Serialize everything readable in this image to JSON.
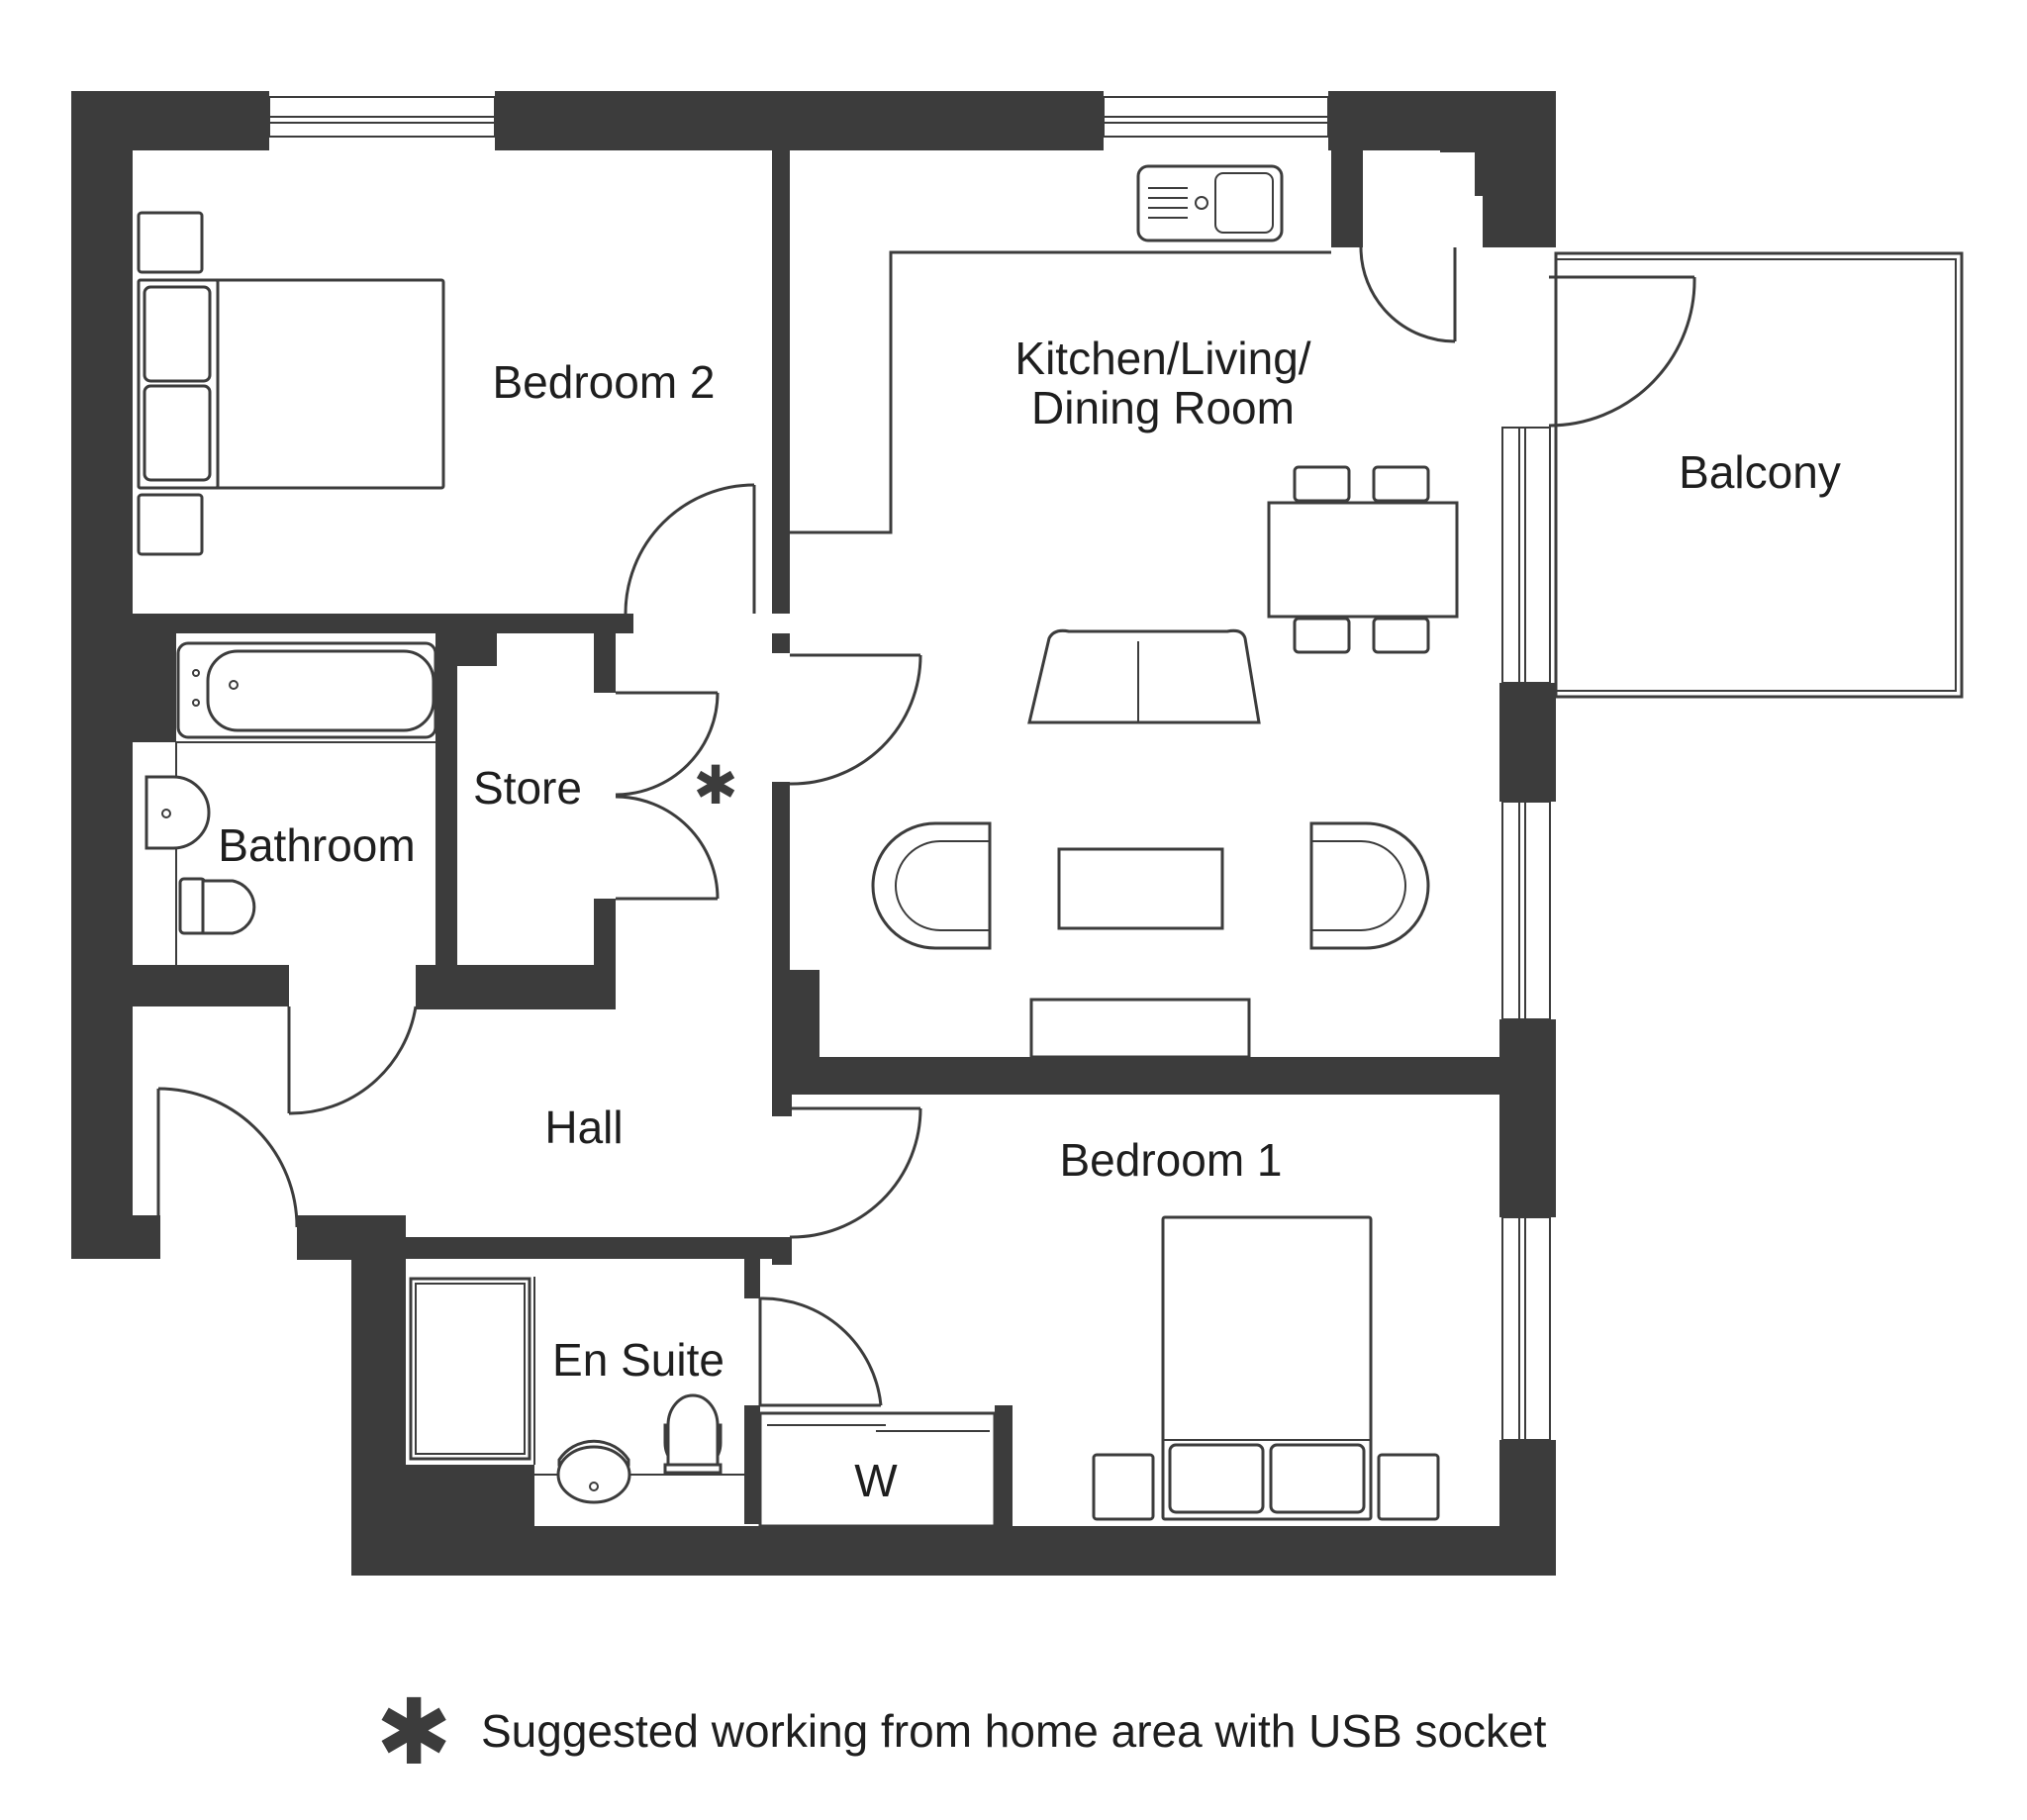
{
  "rooms": {
    "bedroom_2": "Bedroom 2",
    "kitchen_line1": "Kitchen/Living/",
    "kitchen_line2": "Dining Room",
    "balcony": "Balcony",
    "store": "Store",
    "bathroom": "Bathroom",
    "hall": "Hall",
    "bedroom_1": "Bedroom 1",
    "en_suite": "En Suite",
    "wardrobe": "W"
  },
  "legend": {
    "symbol": "✱",
    "text": "Suggested working from home area with USB socket"
  },
  "colors": {
    "wall": "#3c3c3c",
    "background": "#ffffff"
  }
}
